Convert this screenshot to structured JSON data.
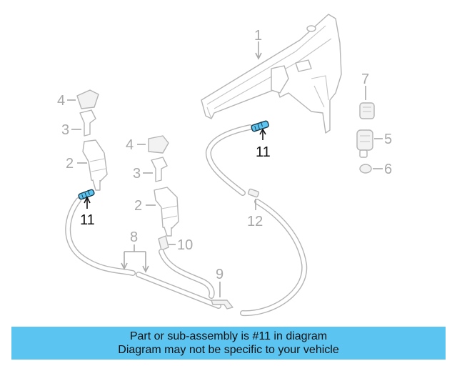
{
  "diagram": {
    "callouts": [
      {
        "id": "c1",
        "label": "1"
      },
      {
        "id": "c2a",
        "label": "2"
      },
      {
        "id": "c2b",
        "label": "2"
      },
      {
        "id": "c3a",
        "label": "3"
      },
      {
        "id": "c3b",
        "label": "3"
      },
      {
        "id": "c4a",
        "label": "4"
      },
      {
        "id": "c4b",
        "label": "4"
      },
      {
        "id": "c5",
        "label": "5"
      },
      {
        "id": "c6",
        "label": "6"
      },
      {
        "id": "c7",
        "label": "7"
      },
      {
        "id": "c8",
        "label": "8"
      },
      {
        "id": "c9",
        "label": "9"
      },
      {
        "id": "c10",
        "label": "10"
      },
      {
        "id": "c11a",
        "label": "11"
      },
      {
        "id": "c11b",
        "label": "11"
      },
      {
        "id": "c12",
        "label": "12"
      }
    ],
    "highlight_part": "11",
    "colors": {
      "line_art": "#b4b4b4",
      "highlight": "#5bc4f1",
      "highlight_label": "#111111"
    }
  },
  "banner": {
    "line1": "Part or sub-assembly is #11 in diagram",
    "line2": "Diagram may not be specific to your vehicle",
    "background": "#5bc4f1"
  }
}
